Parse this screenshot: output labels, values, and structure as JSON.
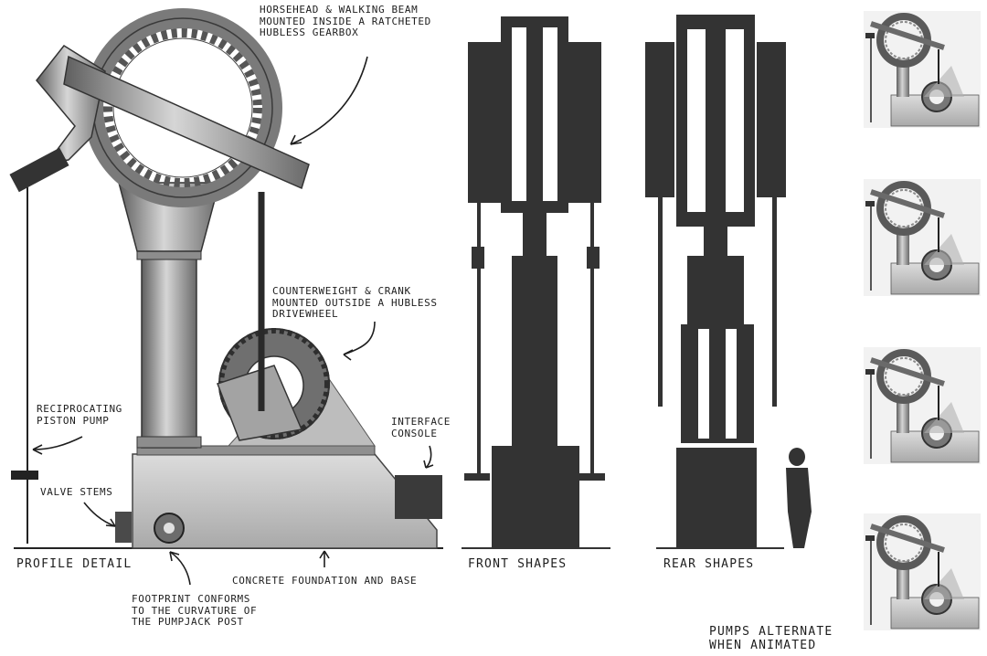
{
  "annotations": {
    "horsehead": "Horsehead & walking beam\nmounted inside a ratcheted\nhubless gearbox",
    "counterweight": "Counterweight & crank\nmounted outside a hubless\ndrivewheel",
    "piston": "Reciprocating\npiston pump",
    "console": "Interface\nconsole",
    "valves": "Valve stems",
    "footprint": "Footprint conforms\nto the curvature of\nthe pumpjack post",
    "foundation": "Concrete foundation and base"
  },
  "titles": {
    "profile": "Profile detail",
    "front": "Front shapes",
    "rear": "Rear shapes",
    "anim": "Pumps alternate\nwhen animated"
  },
  "colors": {
    "ink": "#1e1e1e",
    "silhouette": "#333333",
    "metal": "#9a9a9a",
    "concrete": "#c8c8c8"
  }
}
